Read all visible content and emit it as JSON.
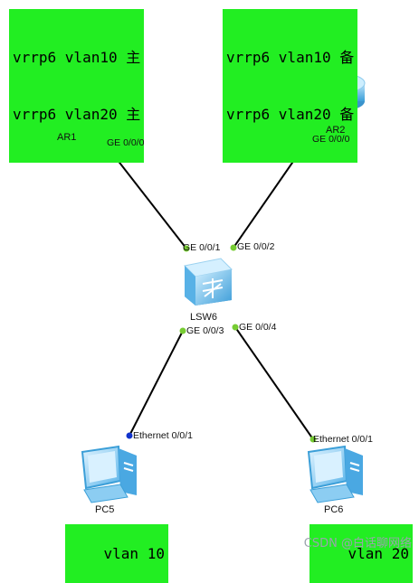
{
  "notes": {
    "top_left": [
      "vrrp6 vlan10 主",
      "vrrp6 vlan20 主"
    ],
    "top_right": [
      "vrrp6 vlan10 备",
      "vrrp6 vlan20 备"
    ],
    "pc5": "vlan 10",
    "pc6": "vlan 20"
  },
  "devices": {
    "ar1": {
      "label": "AR1",
      "icon": "router-icon"
    },
    "ar2": {
      "label": "AR2",
      "icon": "router-icon"
    },
    "lsw6": {
      "label": "LSW6",
      "icon": "switch-icon"
    },
    "pc5": {
      "label": "PC5",
      "icon": "pc-icon"
    },
    "pc6": {
      "label": "PC6",
      "icon": "pc-icon"
    }
  },
  "ports": {
    "ar1_g000": "GE 0/0/0",
    "ar2_g000": "GE 0/0/0",
    "lsw6_g001": "GE 0/0/1",
    "lsw6_g002": "GE 0/0/2",
    "lsw6_g003": "GE 0/0/3",
    "lsw6_g004": "GE 0/0/4",
    "pc5_eth": "Ethernet 0/0/1",
    "pc6_eth": "Ethernet 0/0/1"
  },
  "colors": {
    "note_bg": "#22ee22",
    "port_up": "#77cc33",
    "port_ar1": "#1133cc",
    "device_blue": "#5ab6e8"
  },
  "watermark": "CSDN @白话聊网络"
}
